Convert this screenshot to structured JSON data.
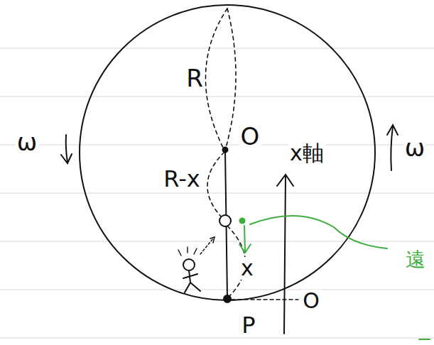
{
  "diagram": {
    "labels": [
      "R",
      "O",
      "R-x",
      "x軸",
      "ω",
      "ω",
      "x",
      "P",
      "O",
      "遠"
    ]
  }
}
